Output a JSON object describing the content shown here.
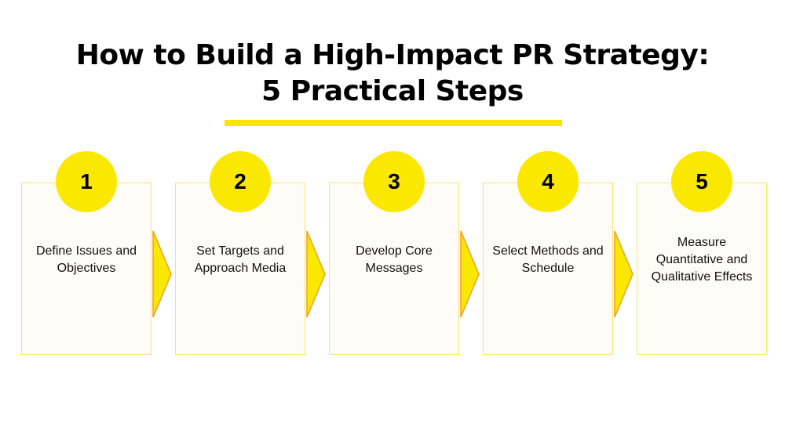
{
  "title": {
    "line1": "How to Build a High-Impact PR Strategy:",
    "line2": "5 Practical Steps"
  },
  "steps": [
    {
      "number": "1",
      "label": "Define Issues and Objectives"
    },
    {
      "number": "2",
      "label": "Set Targets and Approach Media"
    },
    {
      "number": "3",
      "label": "Develop Core Messages"
    },
    {
      "number": "4",
      "label": "Select Methods and Schedule"
    },
    {
      "number": "5",
      "label": "Measure Quantitative and Qualitative Effects"
    }
  ],
  "colors": {
    "accent": "#fbe800",
    "arrow_stroke": "#f0a020",
    "box_bg": "#fffcf8"
  }
}
